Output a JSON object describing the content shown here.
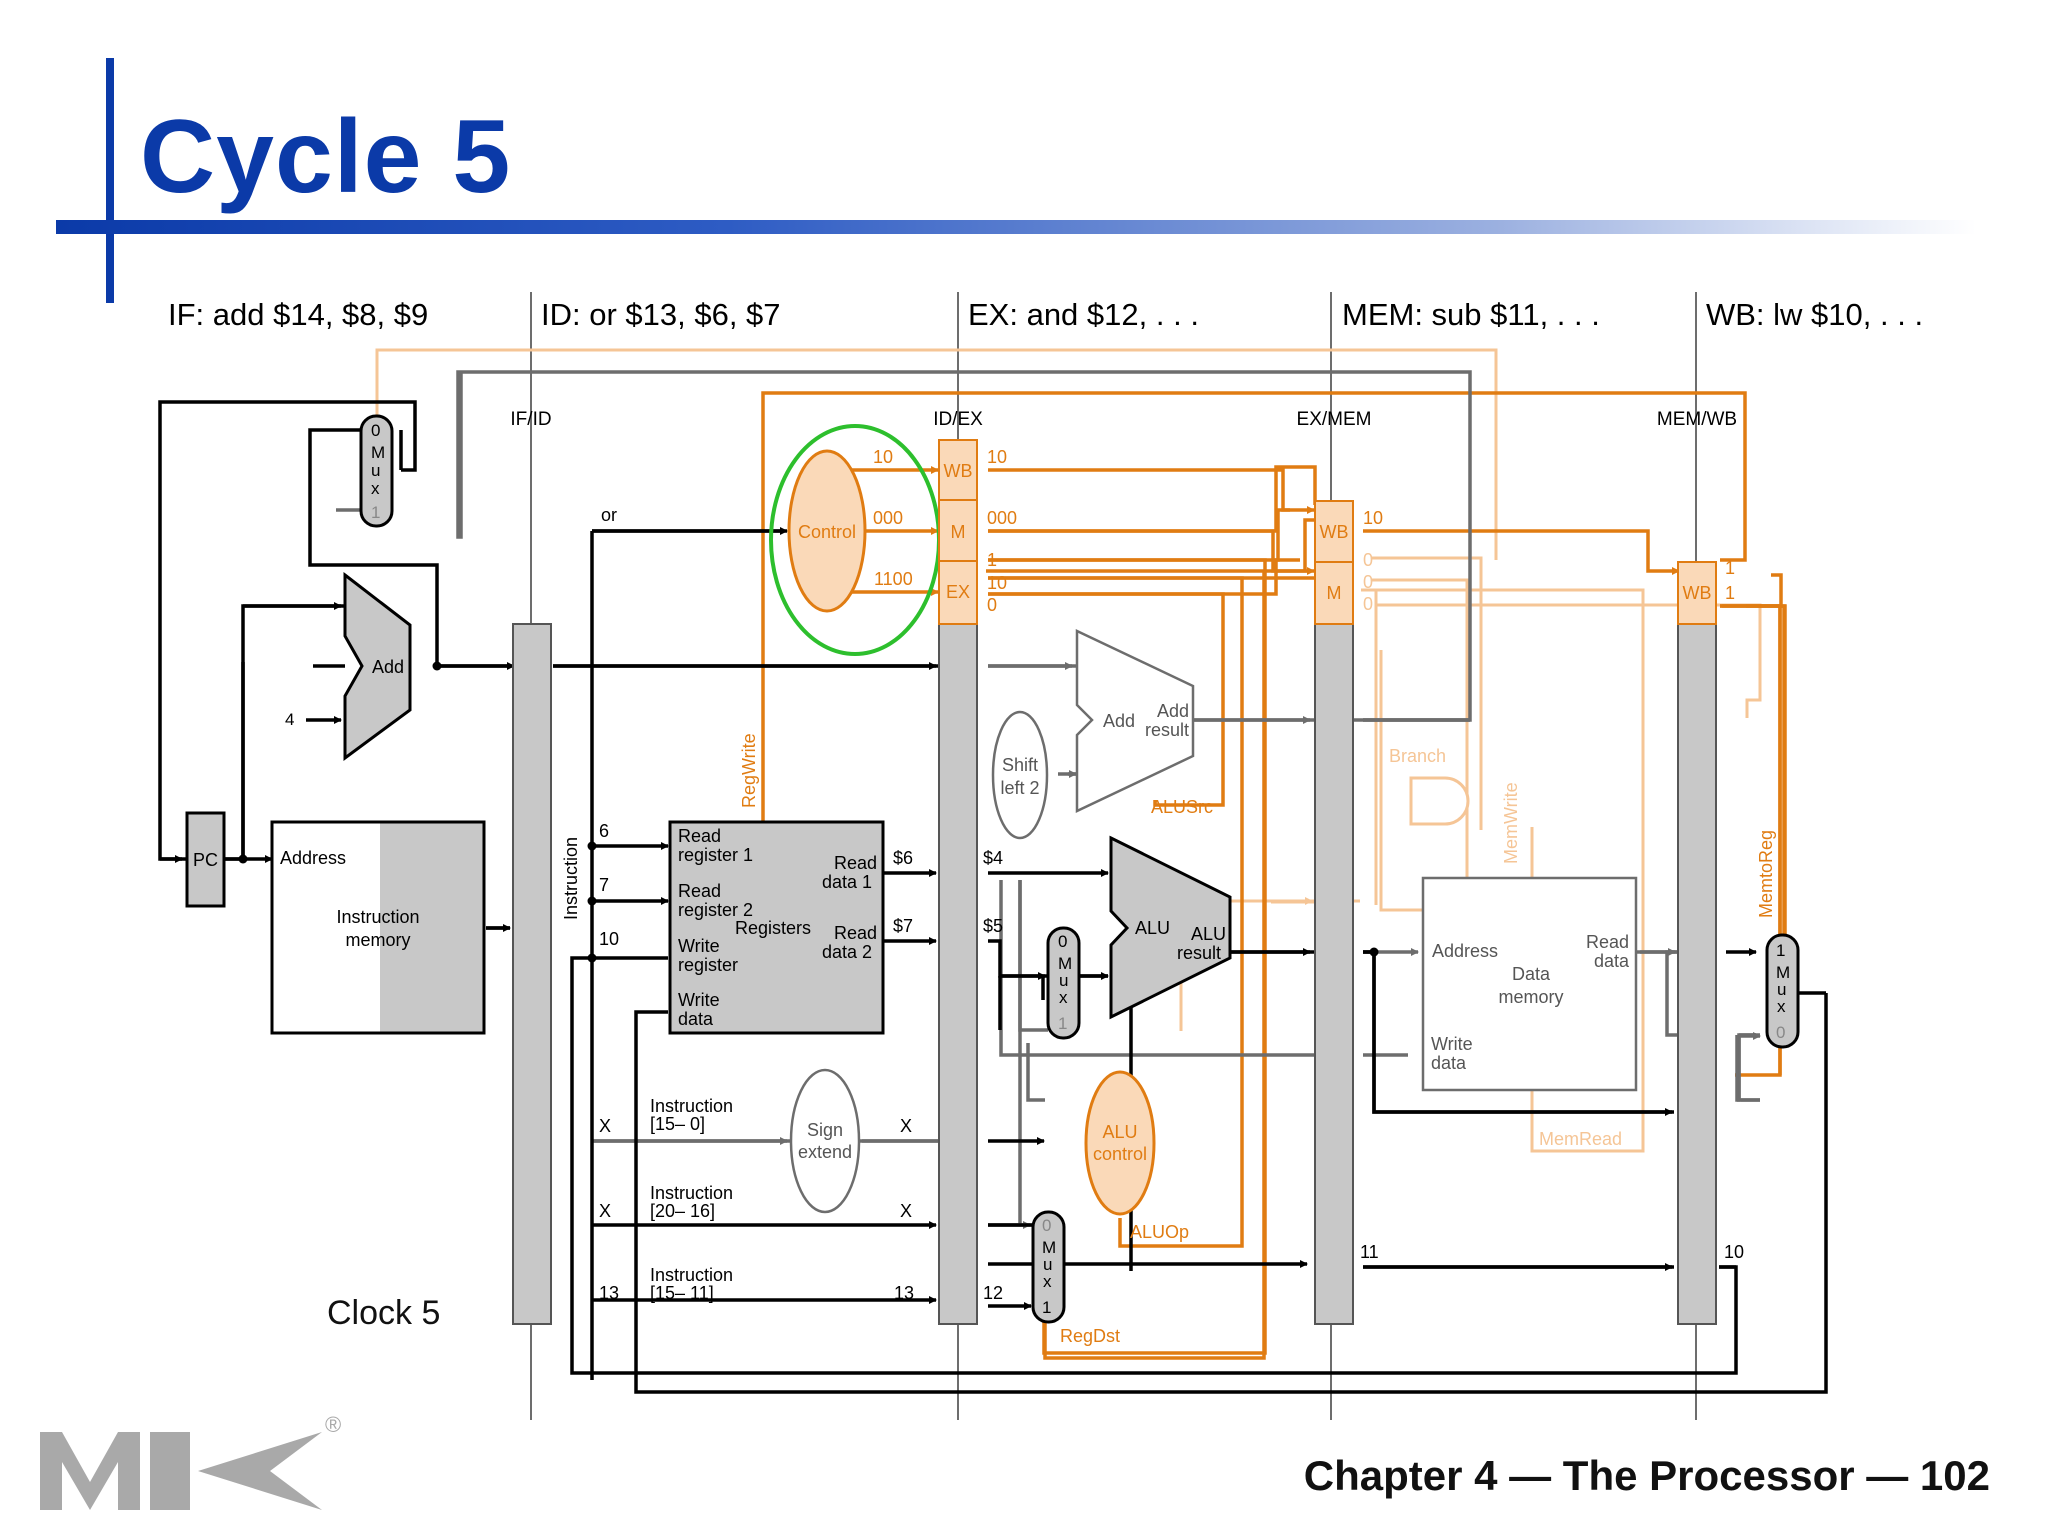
{
  "slide": {
    "title": "Cycle 5",
    "footer": "Chapter 4 — The Processor — 102",
    "clock_label": "Clock 5",
    "logo_text": "MK",
    "logo_registered": "®"
  },
  "stages": {
    "if": "IF: add $14, $8, $9",
    "id": "ID: or $13, $6, $7",
    "ex": "EX: and $12, . . .",
    "mem": "MEM: sub $11, . . .",
    "wb": "WB: lw $10, . . ."
  },
  "pipeline_registers": {
    "if_id": "IF/ID",
    "id_ex": "ID/EX",
    "ex_mem": "EX/MEM",
    "mem_wb": "MEM/WB"
  },
  "components": {
    "pc": "PC",
    "add": "Add",
    "four": "4",
    "mux": "M\nu\nx",
    "mux_letters": [
      "M",
      "u",
      "x"
    ],
    "imem_address": "Address",
    "imem_name_1": "Instruction",
    "imem_name_2": "memory",
    "instruction_vertical": "Instruction",
    "control": "Control",
    "regs": {
      "read_reg1_a": "Read",
      "read_reg1_b": "register 1",
      "read_reg2_a": "Read",
      "read_reg2_b": "register 2",
      "write_reg_a": "Write",
      "write_reg_b": "register",
      "write_data_a": "Write",
      "write_data_b": "data",
      "name": "Registers",
      "read_data1_a": "Read",
      "read_data1_b": "data 1",
      "read_data2_a": "Read",
      "read_data2_b": "data 2"
    },
    "sign_extend_a": "Sign",
    "sign_extend_b": "extend",
    "shift_a": "Shift",
    "shift_b": "left 2",
    "add_result_a": "Add",
    "add_result_b": "result",
    "alu": "ALU",
    "alu_result_a": "ALU",
    "alu_result_b": "result",
    "alu_control_a": "ALU",
    "alu_control_b": "control",
    "dmem_address": "Address",
    "dmem_name_a": "Data",
    "dmem_name_b": "memory",
    "dmem_read_a": "Read",
    "dmem_read_b": "data",
    "dmem_write_a": "Write",
    "dmem_write_b": "data",
    "wb": "WB",
    "m": "M",
    "ex": "EX"
  },
  "signals": {
    "or": "or",
    "regwrite": "RegWrite",
    "alusrc": "ALUSrc",
    "aluop": "ALUOp",
    "regdst": "RegDst",
    "branch": "Branch",
    "memwrite": "MemWrite",
    "memread": "MemRead",
    "memtoreg": "MemtoReg",
    "instr_15_0_a": "Instruction",
    "instr_15_0_b": "[15– 0]",
    "instr_20_16_a": "Instruction",
    "instr_20_16_b": "[20– 16]",
    "instr_15_11_a": "Instruction",
    "instr_15_11_b": "[15– 11]"
  },
  "values": {
    "ctrl_wb": "10",
    "ctrl_m": "000",
    "ctrl_ex": "1100",
    "idex_wb": "10",
    "idex_m": "000",
    "idex_ex_1": "1",
    "idex_ex_2": "10",
    "idex_ex_3": "0",
    "exmem_wb": "10",
    "exmem_m_1": "0",
    "exmem_m_2": "0",
    "exmem_m_3": "0",
    "memwb_1": "1",
    "memwb_2": "1",
    "rs": "6",
    "rt": "7",
    "rd_write": "10",
    "rd1": "$6",
    "rd2": "$7",
    "ex_a": "$4",
    "ex_b": "$5",
    "x1": "X",
    "x2": "X",
    "x3": "X",
    "x4": "X",
    "n13a": "13",
    "n13b": "13",
    "n12": "12",
    "n11": "11",
    "n10": "10",
    "mux0": "0",
    "mux1": "1"
  },
  "colors": {
    "title_blue": "#0b3aa8",
    "orange": "#e07c12",
    "light_orange": "#f5c596",
    "control_fill": "#fad9b8",
    "gray": "#6d6d6d",
    "reg_gray": "#c8c8c8",
    "highlight_green": "#2dbf2d"
  }
}
